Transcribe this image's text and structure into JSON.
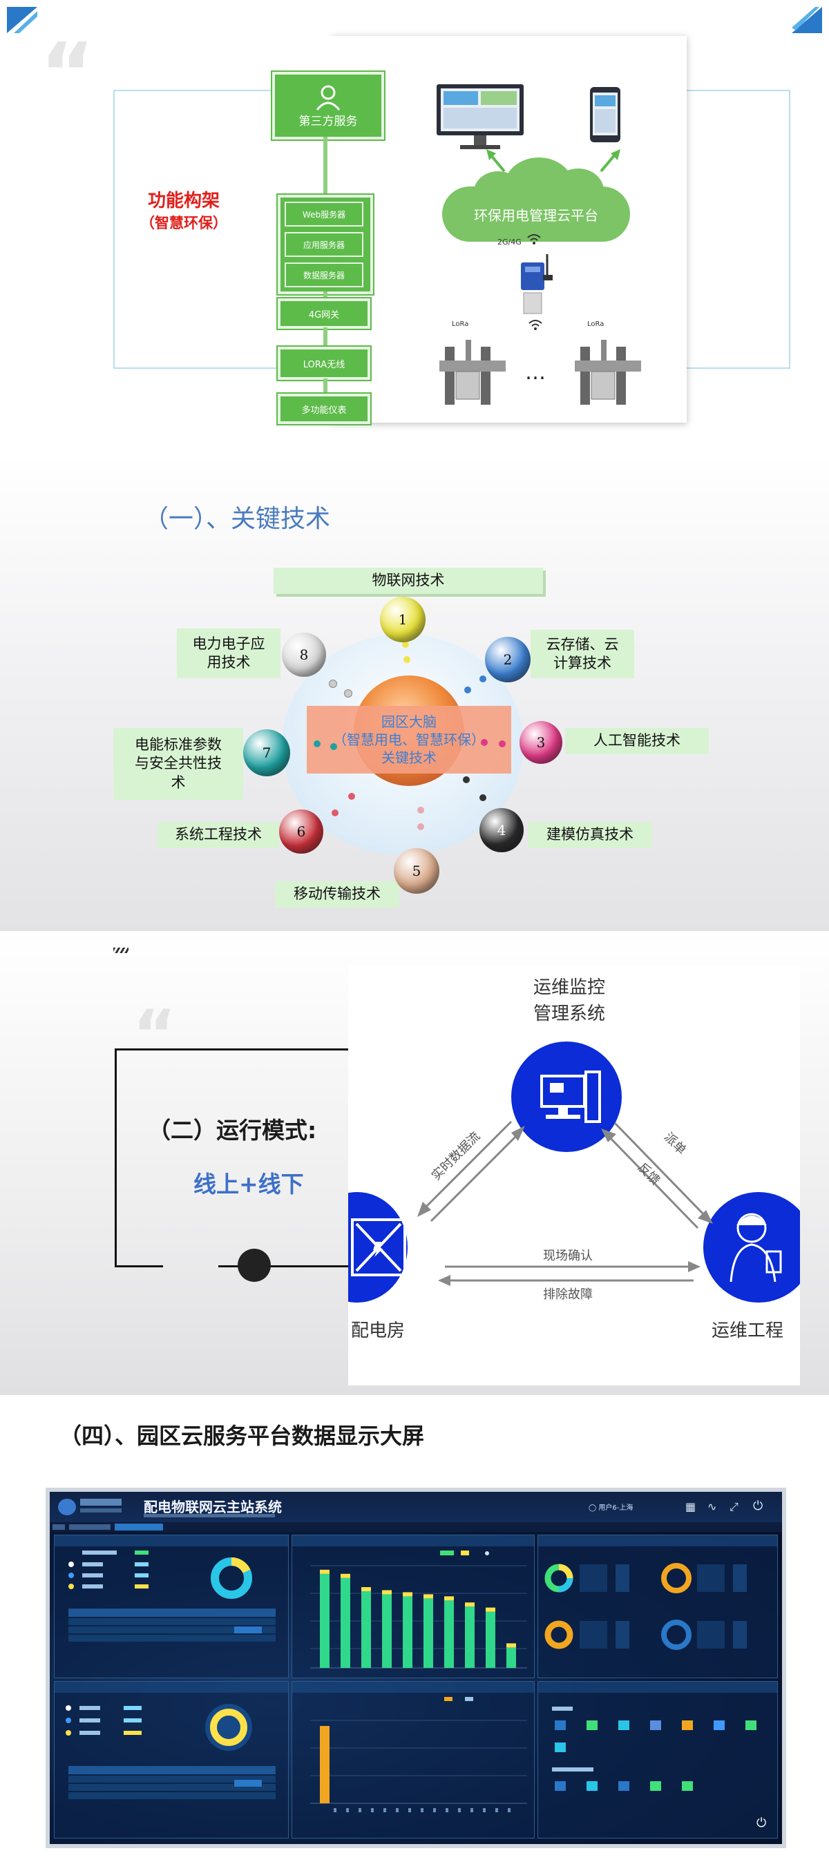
{
  "section1": {
    "label_line1": "功能构架",
    "label_line2": "（智慧环保）",
    "arch": {
      "third_party": "第三方服务",
      "servers": [
        "Web服务器",
        "应用服务器",
        "数据服务器"
      ],
      "gateway": "4G网关",
      "lora": "LORA无线",
      "meter": "多功能仪表",
      "cloud": "环保用电管理云平台",
      "net_label": "2G/4G",
      "lora_tag_left": "LoRa",
      "lora_tag_right": "LoRa",
      "ellipsis": "…"
    }
  },
  "section2": {
    "heading": "（一）、关键技术",
    "center": [
      "园区大脑",
      "（智慧用电、智慧环保）",
      "关键技术"
    ],
    "nodes": [
      {
        "num": "1",
        "label": "物联网技术",
        "color": "#e8e23a"
      },
      {
        "num": "2",
        "label": "云存储、云\n计算技术",
        "color": "#3b7fd0"
      },
      {
        "num": "3",
        "label": "人工智能技术",
        "color": "#e03a86"
      },
      {
        "num": "4",
        "label": "建模仿真技术",
        "color": "#2a2a2a"
      },
      {
        "num": "5",
        "label": "移动传输技术",
        "color": "#d9a98a"
      },
      {
        "num": "6",
        "label": "系统工程技术",
        "color": "#c8303a"
      },
      {
        "num": "7",
        "label": "电能标准参数\n与安全共性技\n术",
        "color": "#1fa0a0"
      },
      {
        "num": "8",
        "label": "电力电子应\n用技术",
        "color": "#d8d8d8"
      }
    ]
  },
  "section3": {
    "title": "（二）运行模式:",
    "subtitle": "线上+线下",
    "cycle": {
      "top_label_1": "运维监控",
      "top_label_2": "管理系统",
      "left_label": "配电房",
      "right_label": "运维工程",
      "arrow_left": "实时数据流",
      "arrow_right_1": "派单",
      "arrow_right_2": "反馈",
      "arrow_bottom_1": "现场确认",
      "arrow_bottom_2": "排除故障"
    },
    "colors": {
      "blue": "#0b2cd6"
    }
  },
  "section4": {
    "heading": "（四）、园区云服务平台数据显示大屏",
    "dashboard": {
      "title": "配电物联网云主站系统",
      "user": "用户6-上海",
      "bar_values": [
        0.92,
        0.88,
        0.75,
        0.72,
        0.7,
        0.68,
        0.66,
        0.6,
        0.55,
        0.2
      ]
    }
  }
}
